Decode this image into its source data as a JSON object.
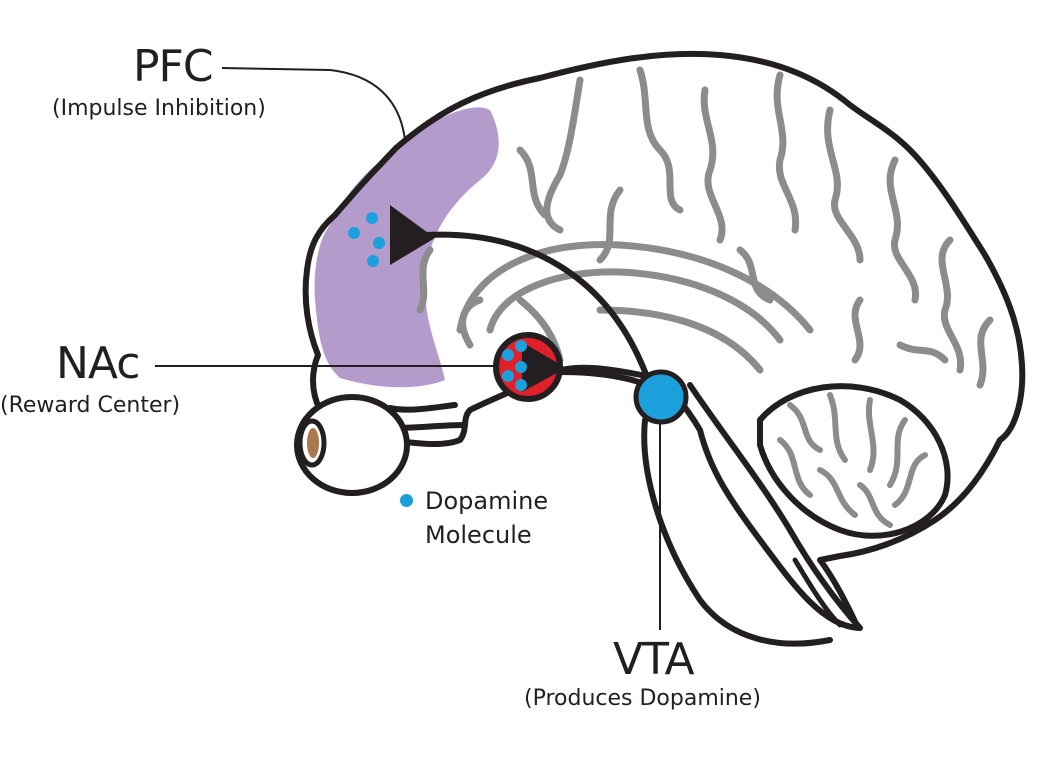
{
  "labels": {
    "pfc": {
      "name": "PFC",
      "role": "(Impulse Inhibition)"
    },
    "nac": {
      "name": "NAc",
      "role": "(Reward Center)"
    },
    "vta": {
      "name": "VTA",
      "role": "(Produces Dopamine)"
    }
  },
  "legend": {
    "line1": "Dopamine",
    "line2": "Molecule"
  },
  "colors": {
    "outline": "#231f20",
    "folds": "#8c8c8c",
    "pfc_region": "#b39ccc",
    "nac_fill": "#e0202b",
    "dopamine": "#1ca0dc",
    "eye_iris": "#a9784c"
  }
}
